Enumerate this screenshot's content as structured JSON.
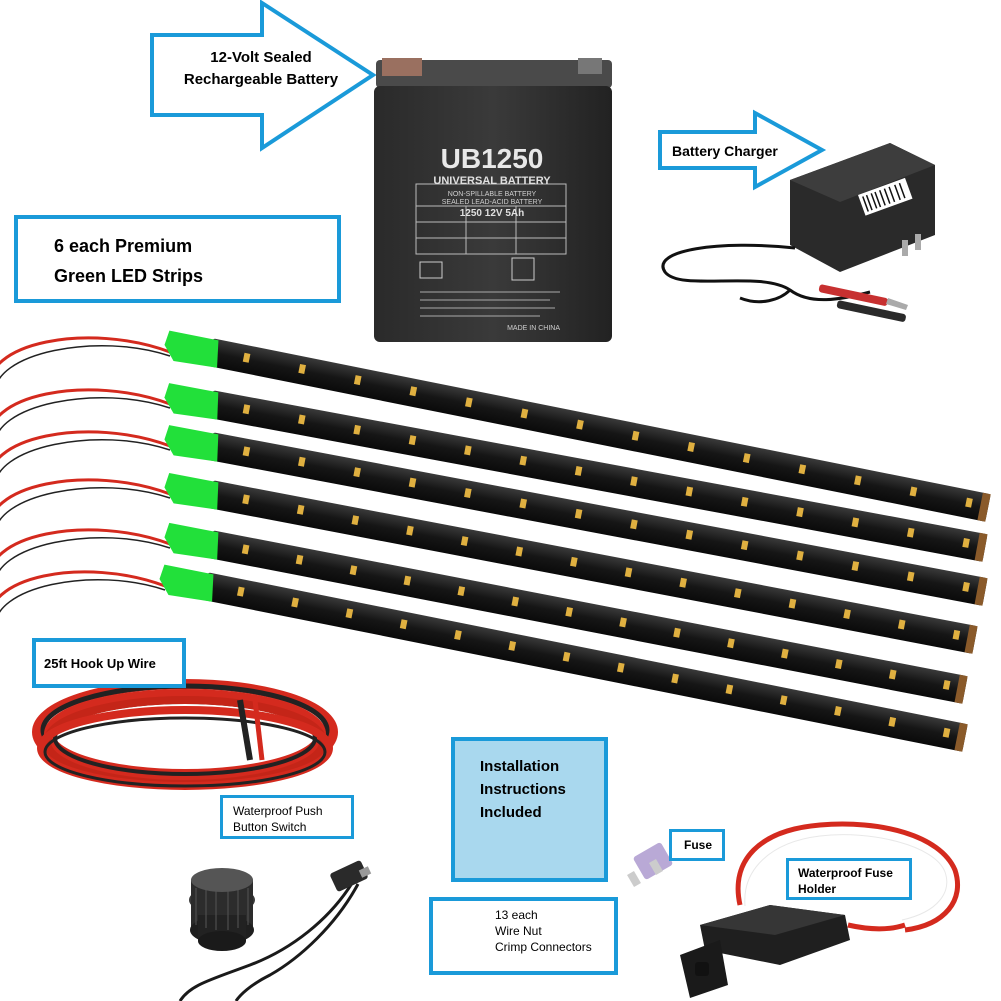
{
  "labels": {
    "battery": [
      "12-Volt Sealed",
      "Rechargeable Battery"
    ],
    "charger": "Battery Charger",
    "strips": [
      "6 each Premium",
      "Green LED Strips"
    ],
    "hookup_wire": "25ft Hook Up Wire",
    "push_switch": [
      "Waterproof Push",
      "Button Switch"
    ],
    "instructions": [
      "Installation",
      "Instructions",
      "Included"
    ],
    "fuse": "Fuse",
    "fuse_holder": [
      "Waterproof Fuse",
      "Holder"
    ],
    "connectors": [
      "13 each",
      "Wire Nut",
      "Crimp Connectors"
    ]
  },
  "battery_print": {
    "model": "UB1250",
    "brand": "UNIVERSAL BATTERY",
    "line1": "NON-SPILLABLE BATTERY",
    "line2": "SEALED LEAD-ACID BATTERY",
    "spec": "1250   12V   5Ah",
    "origin": "MADE IN CHINA"
  },
  "colors": {
    "label_border": "#1a9ad9",
    "instructions_fill": "#a9d8ee",
    "led_strip": "#1c1c1c",
    "connector_green": "#22e03a",
    "wire_red": "#d42a1e"
  }
}
